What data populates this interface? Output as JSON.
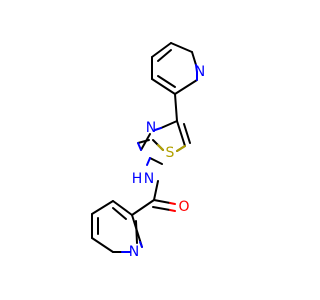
{
  "molecule": {
    "colors": {
      "bond": "#000000",
      "nitrogen": "#0000ff",
      "oxygen": "#ff0000",
      "sulfur": "#b2a100"
    },
    "atom_labels": {
      "n_pyridine_top": "N",
      "n_thiazole": "N",
      "s_thiazole": "S",
      "nh": "N",
      "h_of_nh": "H",
      "o_carbonyl": "O",
      "n_pyridine_bottom": "N"
    }
  }
}
